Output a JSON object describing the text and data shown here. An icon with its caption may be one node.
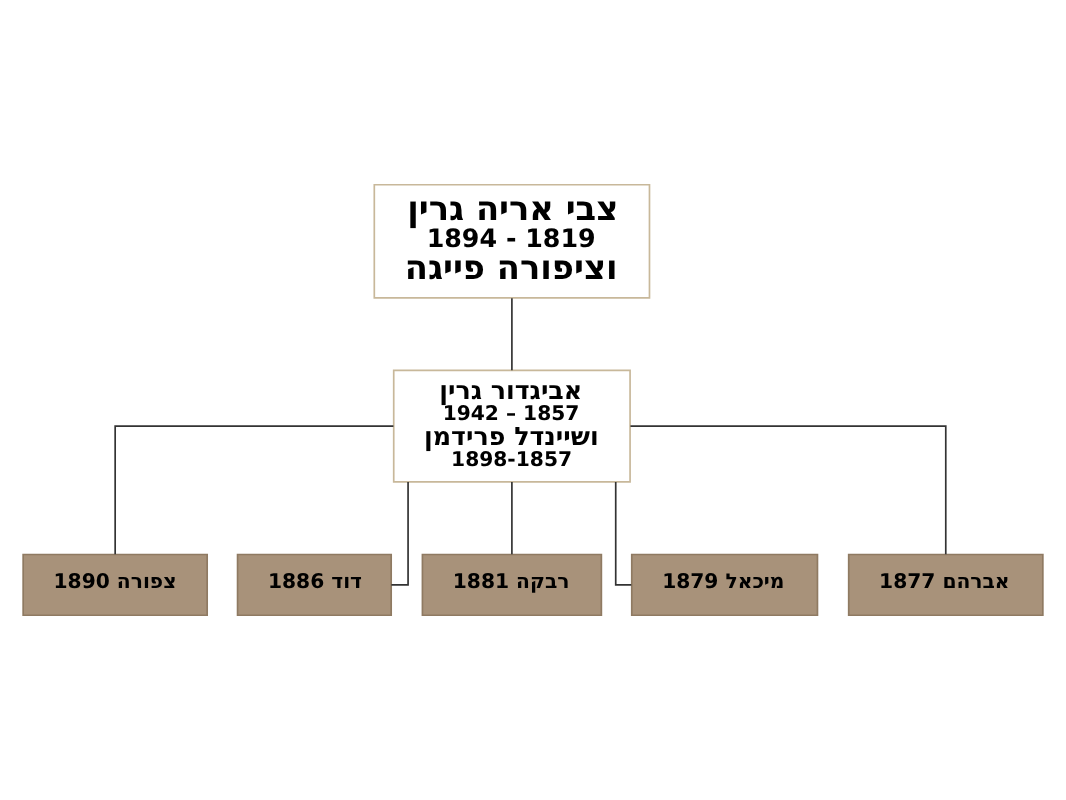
{
  "diagram": {
    "nodes": [
      {
        "text": [
          "צבי אריה גרין",
          "1894 - 1819",
          "וציפורה פייגה"
        ]
      },
      {
        "text": [
          "אביגדור גרין",
          "1942 – 1857",
          "ושיינדל פרידמן",
          "1898-1857"
        ]
      },
      {
        "text": [
          "צפורה 1890"
        ]
      },
      {
        "text": [
          "דוד 1886"
        ]
      },
      {
        "text": [
          "רבקה 1881"
        ]
      },
      {
        "text": [
          "מיכאל 1879"
        ]
      },
      {
        "text": [
          "אברהם 1877"
        ]
      }
    ],
    "edges": [
      {
        "from": 0,
        "to": 1,
        "arrow": "none"
      },
      {
        "from": 1,
        "to": 2,
        "arrow": "none"
      },
      {
        "from": 1,
        "to": 3,
        "arrow": "none"
      },
      {
        "from": 1,
        "to": 4,
        "arrow": "none"
      },
      {
        "from": 1,
        "to": 5,
        "arrow": "none"
      },
      {
        "from": 1,
        "to": 6,
        "arrow": "none"
      }
    ]
  }
}
